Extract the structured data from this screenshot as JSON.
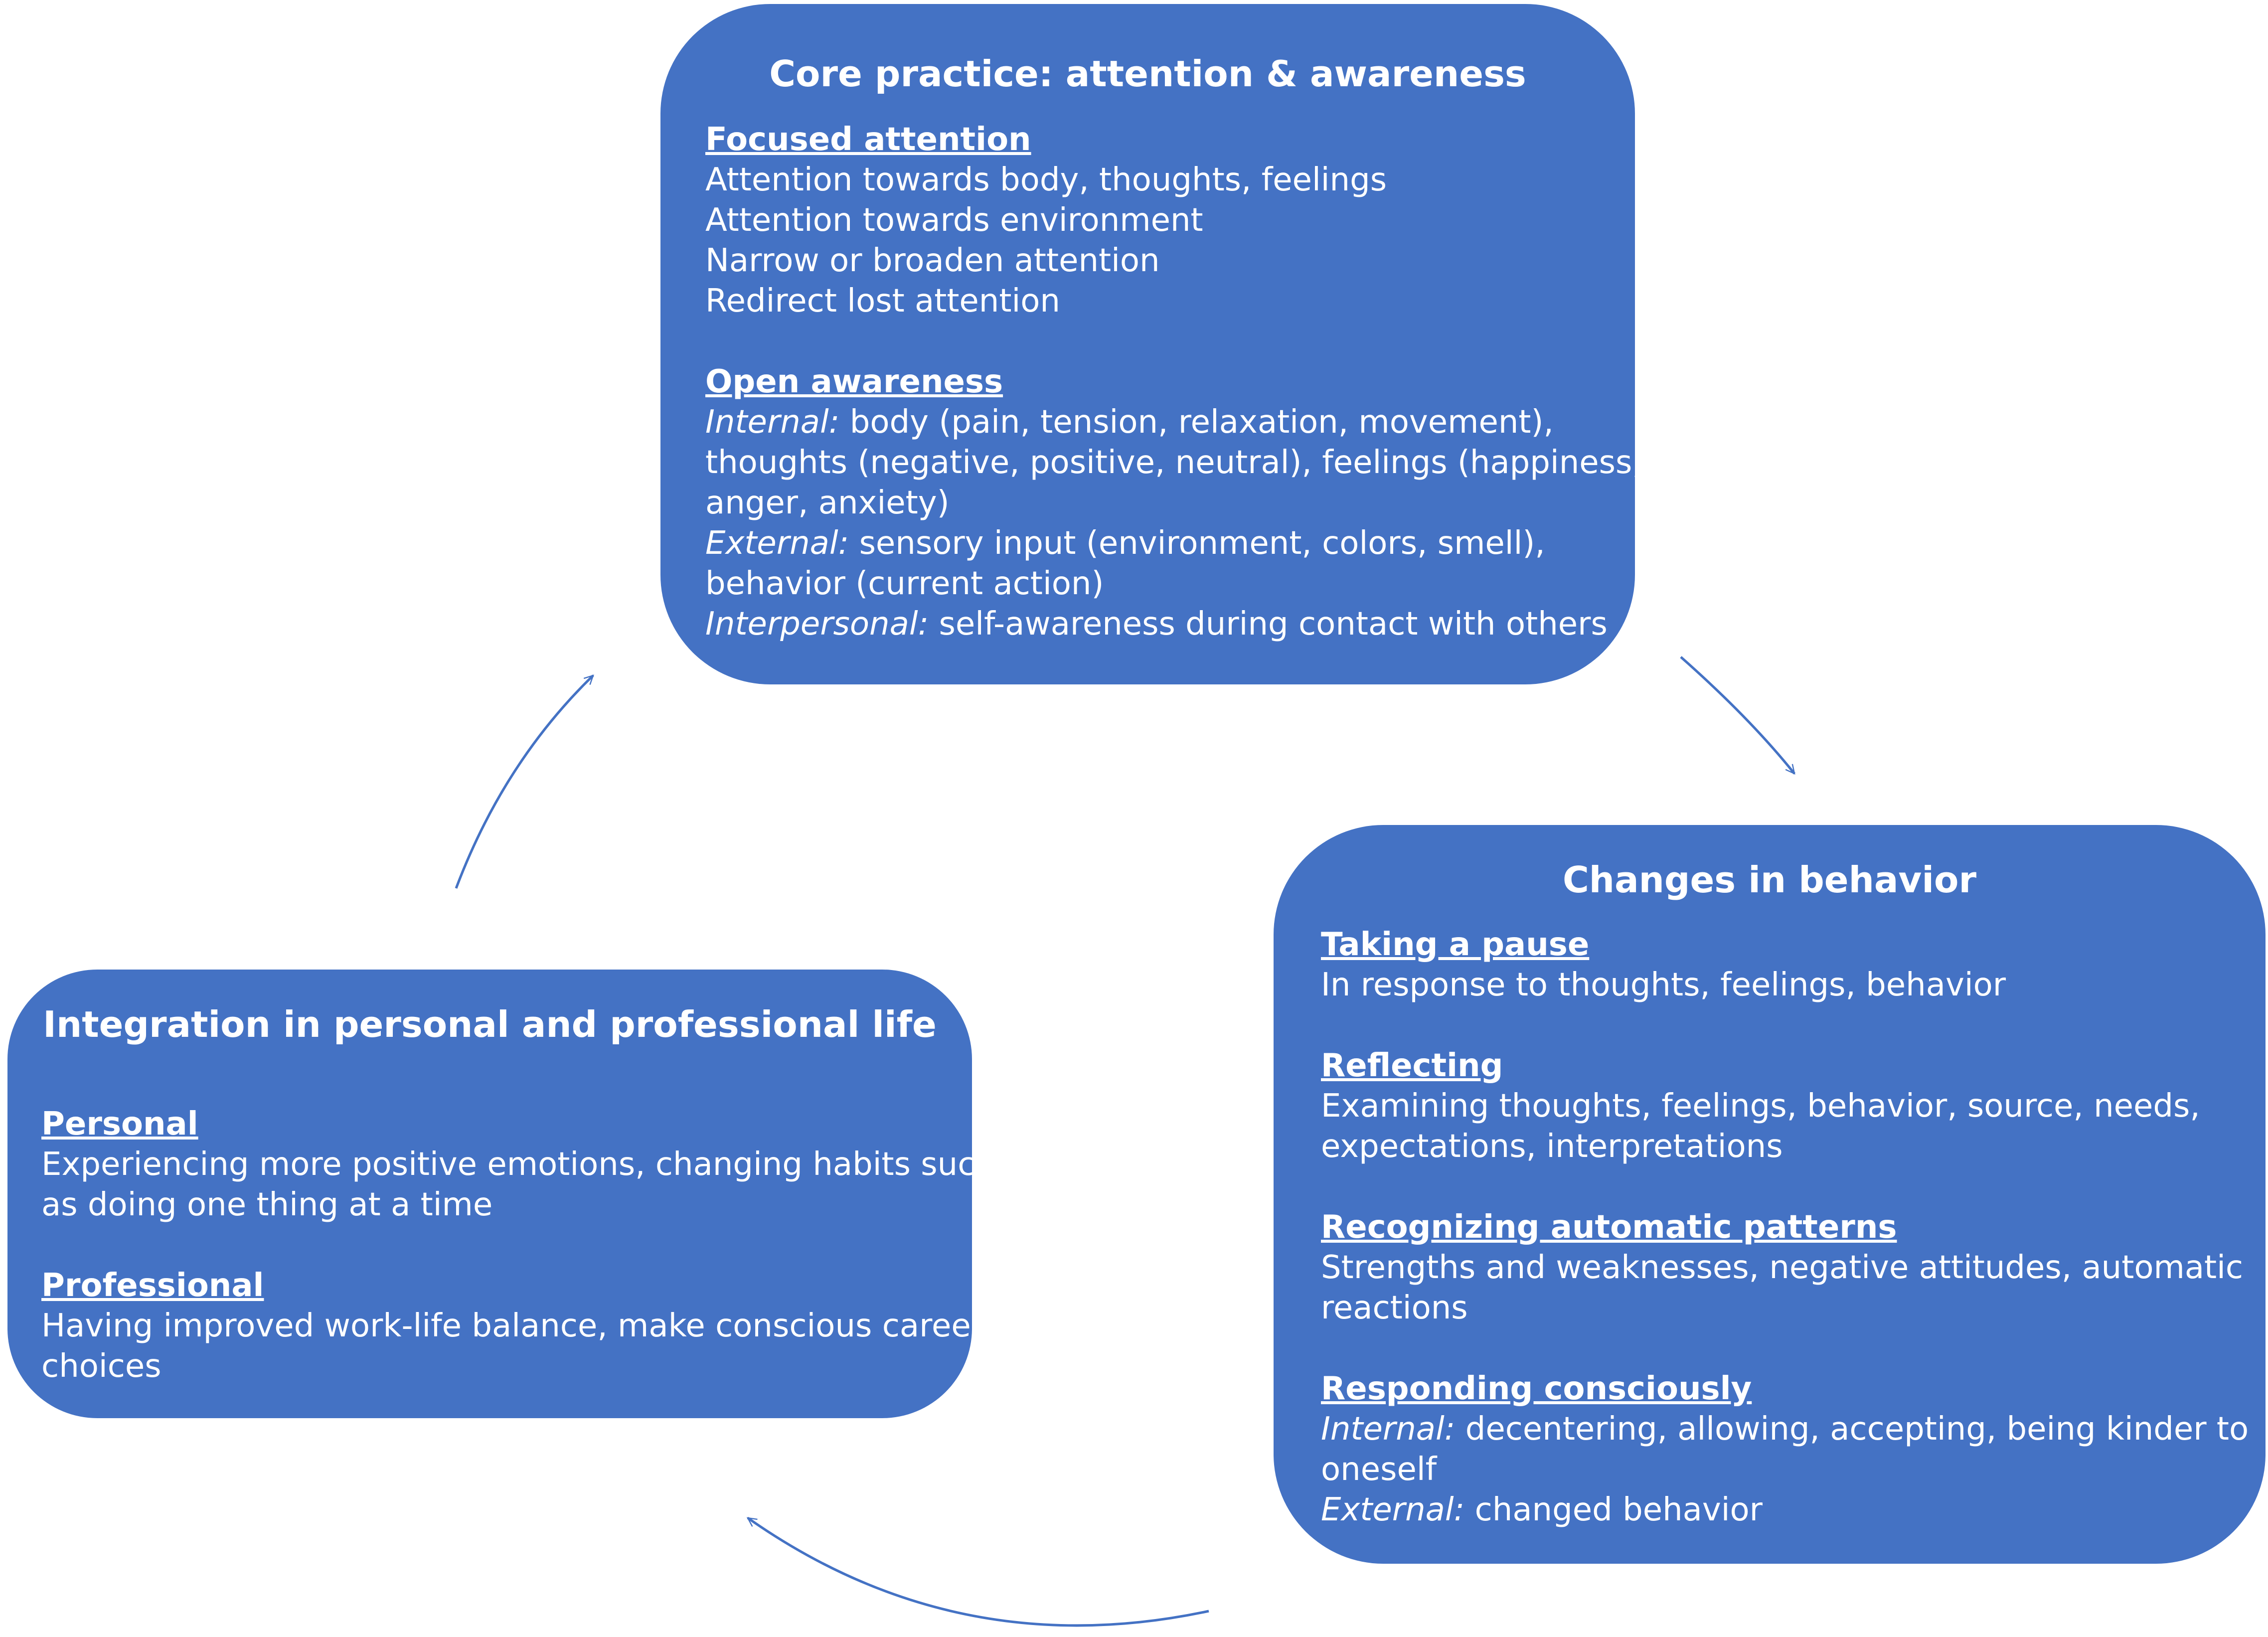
{
  "core": {
    "title": "Core practice: attention & awareness",
    "focused_heading": "Focused attention",
    "focused_lines": [
      "Attention towards body, thoughts, feelings",
      "Attention towards environment",
      "Narrow or broaden attention",
      "Redirect lost attention"
    ],
    "open_heading": "Open awareness",
    "internal_label": "Internal:",
    "internal_line1": " body (pain, tension, relaxation, movement),",
    "internal_line2": "thoughts (negative, positive, neutral), feelings (happiness,",
    "internal_line3": "anger, anxiety)",
    "external_label": "External:",
    "external_line1": " sensory input (environment, colors, smell),",
    "external_line2": "behavior (current action)",
    "interpersonal_label": "Interpersonal:",
    "interpersonal_line1": " self-awareness during contact with others"
  },
  "changes": {
    "title": "Changes in behavior",
    "pause_heading": "Taking a pause",
    "pause_line": "In response to thoughts, feelings, behavior",
    "reflect_heading": "Reflecting",
    "reflect_line1": "Examining thoughts, feelings, behavior, source, needs,",
    "reflect_line2": "expectations, interpretations",
    "patterns_heading": "Recognizing automatic patterns",
    "patterns_line1": "Strengths and weaknesses, negative attitudes, automatic",
    "patterns_line2": "reactions",
    "respond_heading": "Responding consciously",
    "internal_label": "Internal:",
    "internal_line1": " decentering, allowing, accepting, being kinder to",
    "internal_line2": "oneself",
    "external_label": "External:",
    "external_line1": " changed behavior"
  },
  "integration": {
    "title": "Integration in personal and professional life",
    "personal_heading": "Personal",
    "personal_line1": "Experiencing more positive emotions, changing habits such",
    "personal_line2": "as doing one thing at a time",
    "professional_heading": "Professional",
    "professional_line1": "Having improved work-life balance, make conscious career",
    "professional_line2": "choices"
  },
  "colors": {
    "box_fill": "#4472c4",
    "text": "#ffffff",
    "arrow": "#4472c4"
  }
}
